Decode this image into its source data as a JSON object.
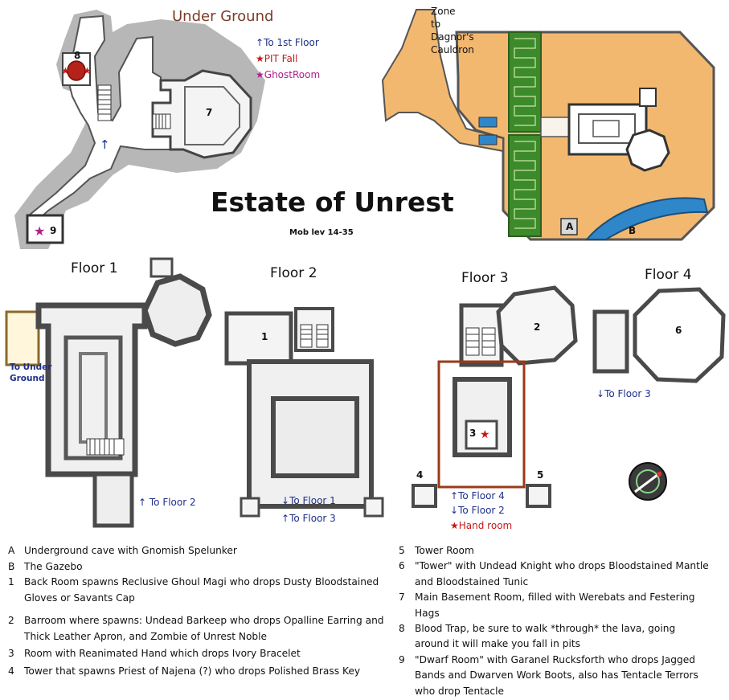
{
  "title": "Estate of Unrest",
  "subtitle": "Mob lev 14-35",
  "underground": {
    "title": "Under Ground",
    "legend": [
      {
        "symbol": "↑",
        "label": "To 1st Floor",
        "color": "#1e2f8a"
      },
      {
        "symbol": "★",
        "label": "PIT Fall",
        "color": "#c21a1a"
      },
      {
        "symbol": "★",
        "label": "GhostRoom",
        "color": "#b0208c"
      }
    ],
    "room_numbers": [
      "8",
      "7",
      "9"
    ]
  },
  "overview": {
    "zone_label_lines": [
      "Zone",
      "to",
      "Dagnor's",
      "Cauldron"
    ],
    "marks": [
      "A",
      "B"
    ]
  },
  "floors": [
    {
      "label": "Floor 1",
      "notes": [
        "To Under",
        "Ground",
        "To Floor 2"
      ]
    },
    {
      "label": "Floor 2",
      "room_numbers": [
        "1"
      ],
      "notes": [
        "To Floor 1",
        "To Floor 3"
      ]
    },
    {
      "label": "Floor 3",
      "room_numbers": [
        "2",
        "3",
        "4",
        "5"
      ],
      "notes": [
        "To Floor 4",
        "To Floor 2",
        "Hand room"
      ]
    },
    {
      "label": "Floor 4",
      "room_numbers": [
        "6"
      ],
      "notes": [
        "To Floor 3"
      ]
    }
  ],
  "colors": {
    "wall": "#6b6b6b",
    "floor": "#f2f2f2",
    "cave": "#a0a0a0",
    "sand": "#f3b870",
    "hedge": "#3d8a2a",
    "water": "#2f86c9",
    "lava": "#b5221a",
    "route": "#9a3a18",
    "blue_text": "#1e2f8a"
  },
  "legend_left": [
    {
      "key": "A",
      "text": "Underground cave with Gnomish Spelunker"
    },
    {
      "key": "B",
      "text": "The Gazebo"
    },
    {
      "key": "1",
      "text": "Back Room spawns Reclusive Ghoul Magi who drops Dusty Bloodstained",
      "cont": "Gloves or Savants Cap"
    },
    {
      "key": "2",
      "text": "Barroom where spawns: Undead Barkeep who drops Opalline Earring and",
      "cont": "Thick Leather Apron, and Zombie of Unrest Noble"
    },
    {
      "key": "3",
      "text": "Room with Reanimated Hand which drops Ivory Bracelet"
    },
    {
      "key": "4",
      "text": "Tower that spawns Priest of Najena (?) who drops Polished Brass Key"
    }
  ],
  "legend_right": [
    {
      "key": "5",
      "text": "Tower Room"
    },
    {
      "key": "6",
      "text": "\"Tower\" with Undead Knight who drops Bloodstained Mantle",
      "cont": "and Bloodstained Tunic"
    },
    {
      "key": "7",
      "text": "Main Basement Room, filled with Werebats and Festering",
      "cont": "Hags"
    },
    {
      "key": "8",
      "text": "Blood Trap, be sure to walk *through* the lava, going",
      "cont": "around it will make you fall in pits"
    },
    {
      "key": "9",
      "text": "\"Dwarf Room\" with Garanel Rucksforth who drops Jagged",
      "cont": "Bands and Dwarven Work Boots, also has Tentacle Terrors",
      "cont2": "who drop Tentacle"
    }
  ]
}
